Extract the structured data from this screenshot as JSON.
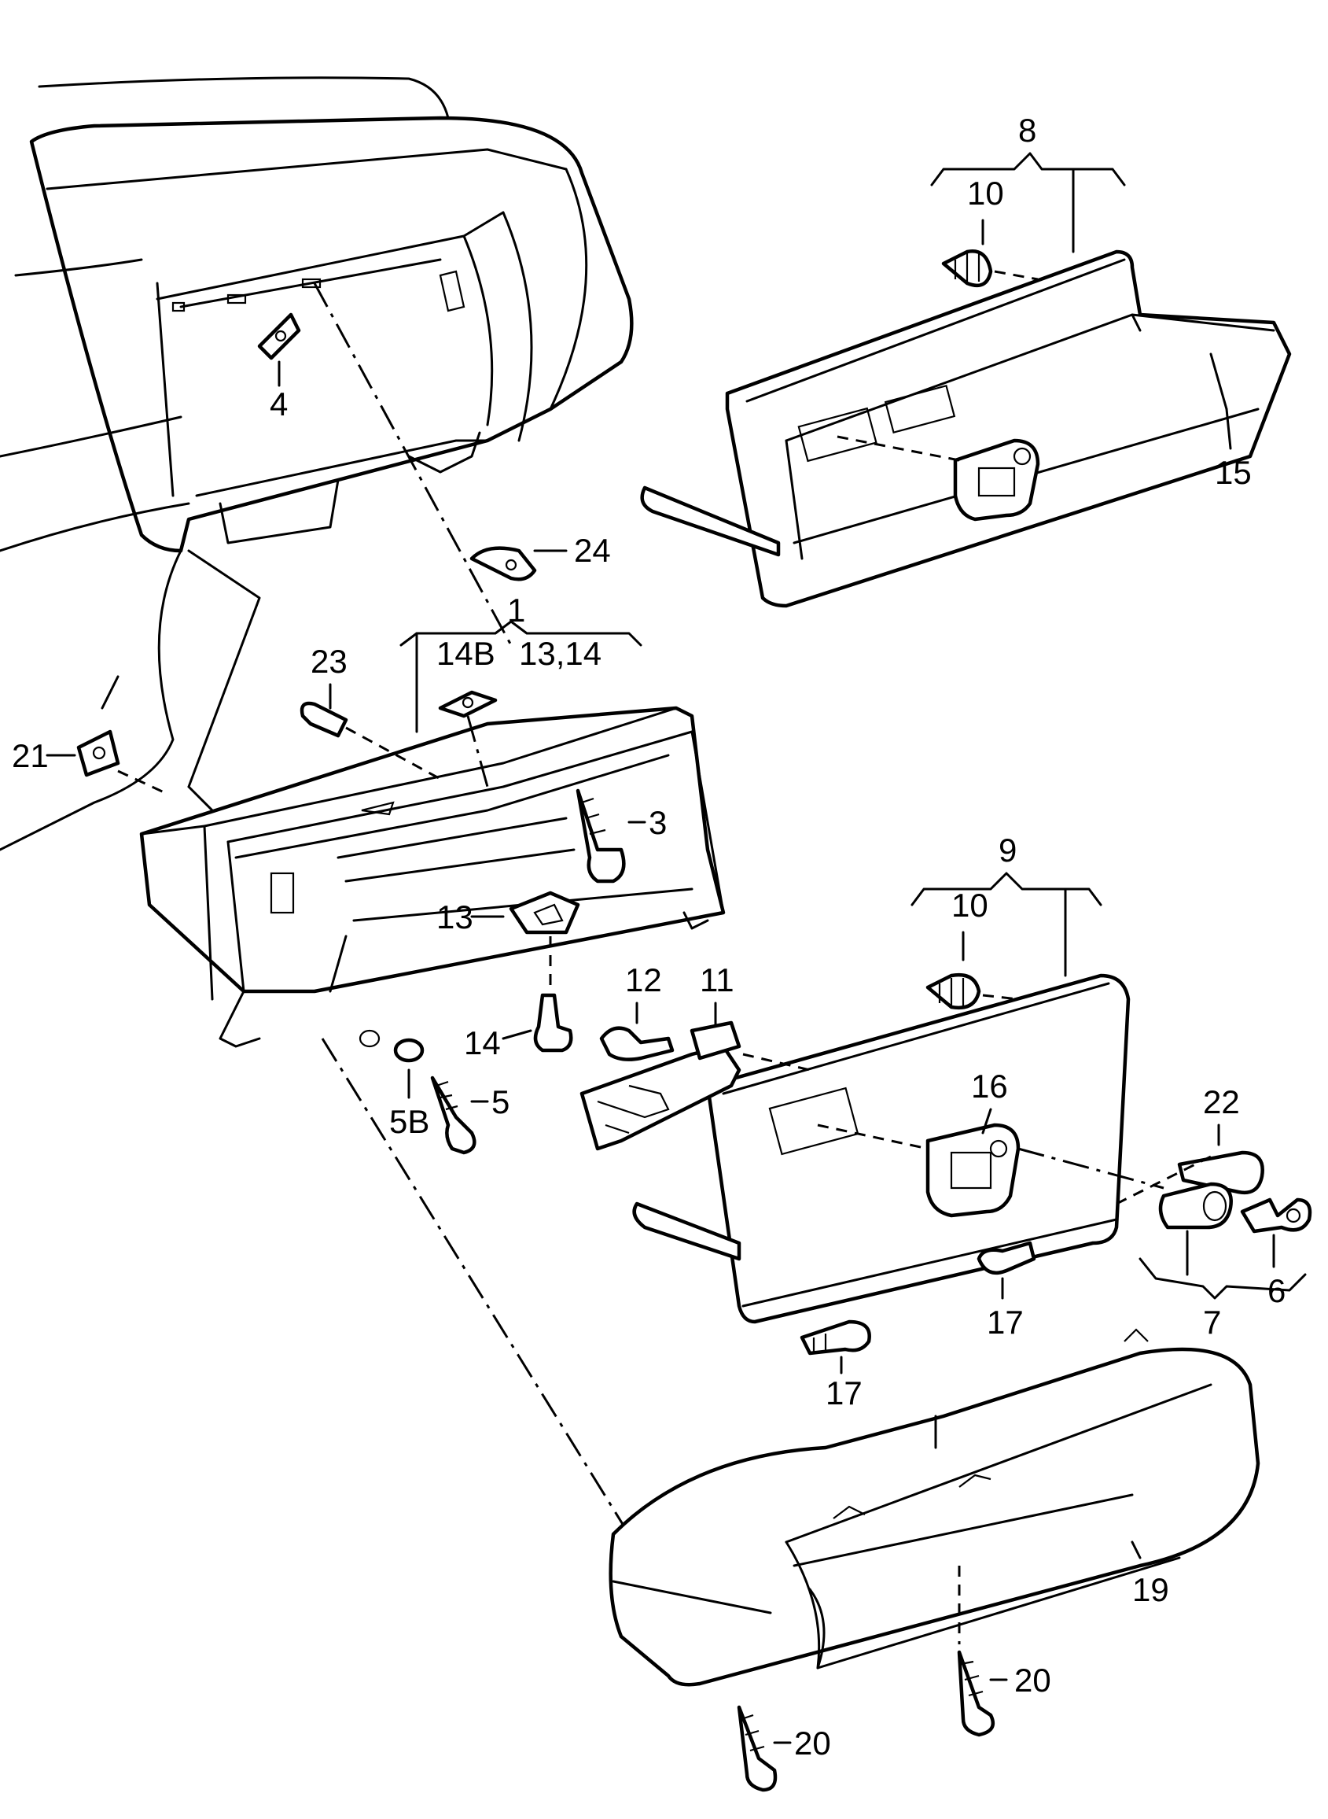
{
  "callouts": {
    "c1": "1",
    "c3": "3",
    "c4": "4",
    "c5": "5",
    "c5b": "5B",
    "c6": "6",
    "c7": "7",
    "c8": "8",
    "c9": "9",
    "c10a": "10",
    "c10b": "10",
    "c11": "11",
    "c12": "12",
    "c13": "13",
    "c13_14": "13,14",
    "c14": "14",
    "c14b": "14B",
    "c15": "15",
    "c16": "16",
    "c17a": "17",
    "c17b": "17",
    "c19": "19",
    "c20a": "20",
    "c20b": "20",
    "c21": "21",
    "c22": "22",
    "c23": "23",
    "c24": "24"
  }
}
